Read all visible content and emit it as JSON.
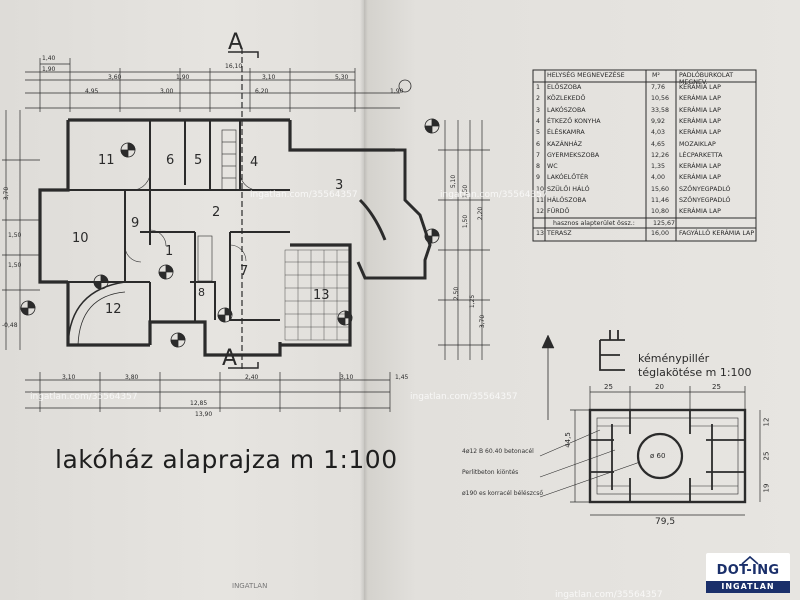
{
  "title": "lakóház alaprajza  m 1:100",
  "section_marks": [
    "A",
    "A"
  ],
  "room_numbers": [
    "1",
    "2",
    "3",
    "4",
    "5",
    "6",
    "7",
    "8",
    "9",
    "10",
    "11",
    "12",
    "13"
  ],
  "plan_dimensions": {
    "top": [
      "1,40",
      "1,90",
      "16,10",
      "3,60",
      "1,90",
      "3,10",
      "5,30",
      "4,95",
      "3,00",
      "6,20",
      "1,90"
    ],
    "bottom": [
      "3,10",
      "3,80",
      "2,40",
      "3,10",
      "12,85",
      "13,90",
      "1,45"
    ],
    "left": [
      "3,70",
      "1,50",
      "1,50",
      "-0,48"
    ],
    "right": [
      "5,10",
      "1,50",
      "1,50",
      "2,20",
      "2,50",
      "1,25",
      "3,70"
    ]
  },
  "room_table": {
    "headers": [
      "",
      "HELYSÉG MEGNEVEZÉSE",
      "M²",
      "PADLÓBURKOLAT MEGNEV."
    ],
    "rows": [
      [
        "1",
        "ELŐSZOBA",
        "7,76",
        "KERÁMIA LAP"
      ],
      [
        "2",
        "KÖZLEKEDŐ",
        "10,56",
        "KERÁMIA LAP"
      ],
      [
        "3",
        "LAKÓSZOBA",
        "33,58",
        "KERÁMIA LAP"
      ],
      [
        "4",
        "ÉTKEZŐ KONYHA",
        "9,92",
        "KERÁMIA LAP"
      ],
      [
        "5",
        "ÉLÉSKAMRA",
        "4,03",
        "KERÁMIA LAP"
      ],
      [
        "6",
        "KAZÁNHÁZ",
        "4,65",
        "MOZAIKLAP"
      ],
      [
        "7",
        "GYERMEKSZOBA",
        "12,26",
        "LÉCPARKETTA"
      ],
      [
        "8",
        "WC",
        "1,35",
        "KERÁMIA LAP"
      ],
      [
        "9",
        "LAKÓELŐTÉR",
        "4,00",
        "KERÁMIA LAP"
      ],
      [
        "10",
        "SZÜLŐI HÁLÓ",
        "15,60",
        "SZŐNYEGPADLÓ"
      ],
      [
        "11",
        "HÁLÓSZOBA",
        "11,46",
        "SZŐNYEGPADLÓ"
      ],
      [
        "12",
        "FÜRDŐ",
        "10,80",
        "KERÁMIA LAP"
      ]
    ],
    "summary_label": "hasznos alapterület össz.:",
    "summary_value": "125,67",
    "terrace": [
      "13",
      "TERASZ",
      "16,00",
      "FAGYÁLLÓ KERÁMIA LAP"
    ]
  },
  "kemeny": {
    "title_line1": "kéménypillér",
    "title_line2": "téglakötése  m 1:100",
    "dims_top": [
      "25",
      "20",
      "25"
    ],
    "dims_bottom": [
      "79,5"
    ],
    "dims_left": [
      "44,5"
    ],
    "dims_right": [
      "12",
      "25",
      "19"
    ],
    "circle_label": "ø 60",
    "notes": [
      "4ø12 B 60.40 betonacél",
      "Perlitbeton kiöntés",
      "ø190 es korracél bélészcső"
    ]
  },
  "watermarks": [
    "ingatlan.com/35564357",
    "ingatlan.com/35564357",
    "ingatlan.com/35564357",
    "ingatlan.com/35564357",
    "ingatlan.com/35564357"
  ],
  "logo": {
    "top": "DOT-ING",
    "bottom": "INGATLAN"
  },
  "bottom_tag": "INGATLAN",
  "colors": {
    "paper": "#e4e2de",
    "ink": "#2a2a2a",
    "logo_blue": "#1a2f6a"
  }
}
